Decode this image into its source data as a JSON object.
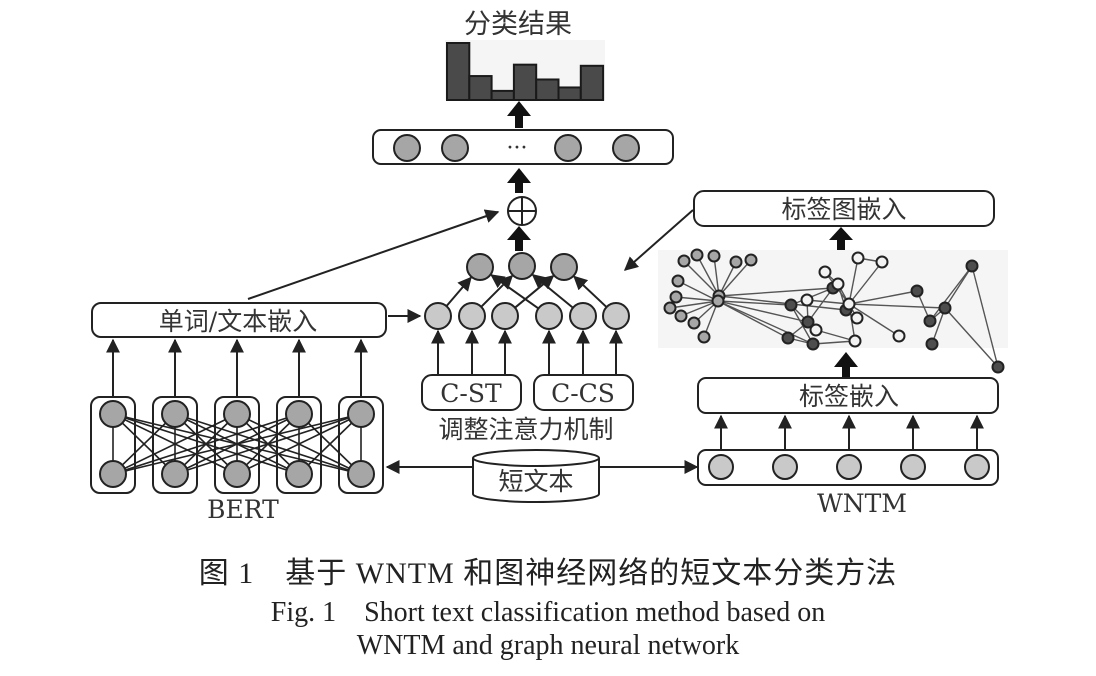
{
  "figure": {
    "output_label": "分类结果",
    "output_bars": [
      1.0,
      0.42,
      0.16,
      0.62,
      0.36,
      0.22,
      0.6
    ],
    "ellipsis": "···",
    "merge_symbol": "⊕",
    "word_text_embedding": "单词/文本嵌入",
    "bert_label": "BERT",
    "cst_label": "C-ST",
    "ccs_label": "C-CS",
    "attention_label": "调整注意力机制",
    "short_text_label": "短文本",
    "label_graph_embedding": "标签图嵌入",
    "label_embedding": "标签嵌入",
    "wntm_label": "WNTM"
  },
  "caption": {
    "cn": "图 1　基于 WNTM 和图神经网络的短文本分类方法",
    "en_line1": "Fig. 1　Short text classification method based on",
    "en_line2": "WNTM and graph neural network"
  },
  "colors": {
    "node_fill": "#a6a6a6",
    "node_light": "#c9c9c9",
    "bar_fill": "#4a4a4a",
    "dark_node": "#4d4d4d",
    "white_node": "#f2f2f2",
    "stroke": "#222222"
  }
}
